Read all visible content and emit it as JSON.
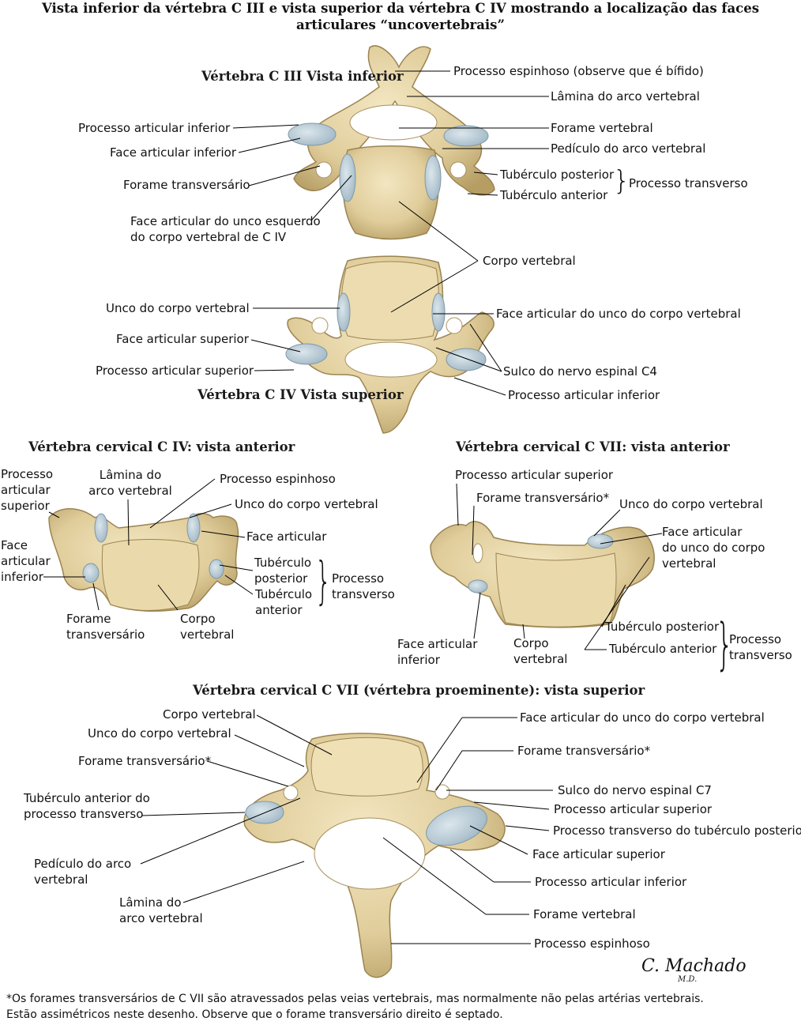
{
  "title": "Vista inferior da vértebra C III e vista superior da vértebra C IV mostrando a localização das faces\narticulares “uncovertebrais”",
  "panel1": {
    "heading_c3": "Vértebra C III\nVista inferior",
    "heading_c4": "Vértebra C IV\nVista superior",
    "labels": {
      "processo_espinhoso": "Processo espinhoso (observe que é bífido)",
      "lamina": "Lâmina do arco vertebral",
      "processo_articular_inferior": "Processo articular inferior",
      "forame_vertebral": "Forame vertebral",
      "face_articular_inferior": "Face articular inferior",
      "pediculo": "Pedículo do arco vertebral",
      "forame_transversario": "Forame transversário",
      "tuberculo_posterior": "Tubérculo posterior",
      "tuberculo_anterior": "Tubérculo anterior",
      "processo_transverso": "Processo transverso",
      "face_unco_esquerdo": "Face articular do unco esquerdo\ndo corpo vertebral de C IV",
      "corpo_vertebral": "Corpo vertebral",
      "unco_corpo": "Unco do corpo vertebral",
      "face_articular_unco": "Face articular do unco do corpo vertebral",
      "face_articular_superior": "Face articular superior",
      "processo_articular_superior": "Processo articular superior",
      "sulco_nervo": "Sulco do nervo espinal C4",
      "processo_articular_inferior_2": "Processo articular inferior"
    }
  },
  "panel2": {
    "heading": "Vértebra cervical C IV: vista anterior",
    "labels": {
      "processo_articular_superior": "Processo\narticular\nsuperior",
      "lamina": "Lâmina do\narco vertebral",
      "processo_espinhoso": "Processo espinhoso",
      "unco": "Unco do corpo vertebral",
      "face_articular": "Face articular",
      "face_articular_inferior": "Face\narticular\ninferior",
      "tuberculo_posterior": "Tubérculo\nposterior",
      "tuberculo_anterior": "Tubérculo\nanterior",
      "processo_transverso": "Processo\ntransverso",
      "forame_transversario": "Forame\ntransversário",
      "corpo_vertebral": "Corpo\nvertebral"
    }
  },
  "panel3": {
    "heading": "Vértebra cervical C VII: vista anterior",
    "labels": {
      "processo_articular_superior": "Processo articular superior",
      "forame_transversario": "Forame transversário*",
      "unco": "Unco do corpo vertebral",
      "face_articular_unco": "Face articular\ndo unco do corpo\nvertebral",
      "tuberculo_posterior": "Tubérculo posterior",
      "tuberculo_anterior": "Tubérculo anterior",
      "processo_transverso": "Processo\ntransverso",
      "face_articular_inferior": "Face articular\ninferior",
      "corpo_vertebral": "Corpo\nvertebral"
    }
  },
  "panel4": {
    "heading": "Vértebra cervical C VII (vértebra proeminente): vista superior",
    "labels": {
      "corpo_vertebral": "Corpo vertebral",
      "unco": "Unco do corpo vertebral",
      "forame_transversario_l": "Forame transversário*",
      "tuberculo_anterior": "Tubérculo anterior do\nprocesso transverso",
      "pediculo": "Pedículo do arco\nvertebral",
      "lamina": "Lâmina do\narco vertebral",
      "face_articular_unco": "Face articular do unco do corpo vertebral",
      "forame_transversario_r": "Forame transversário*",
      "sulco_nervo": "Sulco do nervo espinal C7",
      "processo_articular_superior": "Processo articular superior",
      "processo_transverso_tuberculo": "Processo transverso do tubérculo posterior",
      "face_articular_superior": "Face articular superior",
      "processo_articular_inferior": "Processo articular inferior",
      "forame_vertebral": "Forame vertebral",
      "processo_espinhoso": "Processo espinhoso"
    }
  },
  "signature": "C. Machado",
  "signature_sub": "M.D.",
  "footnote": "*Os forames transversários de C VII são atravessados pelas veias vertebrais, mas normalmente não pelas artérias vertebrais.\nEstão assimétricos neste desenho. Observe que o forame transversário direito é septado.",
  "colors": {
    "bone": "#e3d2a2",
    "bone_shadow": "#b79f66",
    "cartilage": "#b9cbd6",
    "line": "#000000"
  }
}
